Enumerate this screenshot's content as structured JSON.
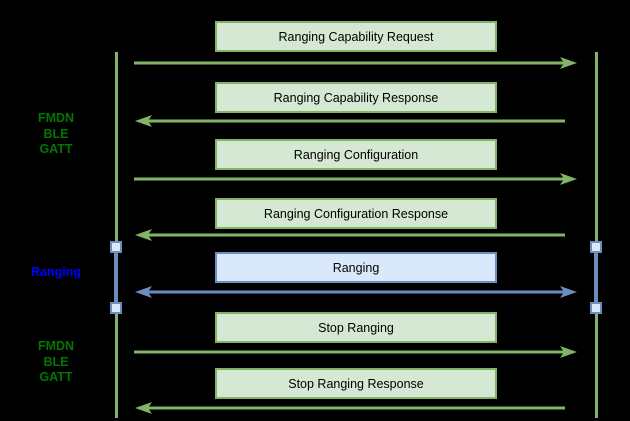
{
  "diagram": {
    "type": "sequence-diagram",
    "background": "#000000",
    "phases": [
      {
        "name": "fmdn-ble-gatt-top",
        "lines": [
          "FMDN",
          "BLE",
          "GATT"
        ],
        "color": "#007700"
      },
      {
        "name": "ranging",
        "lines": [
          "Ranging"
        ],
        "color": "#0000ff"
      },
      {
        "name": "fmdn-ble-gatt-bottom",
        "lines": [
          "FMDN",
          "BLE",
          "GATT"
        ],
        "color": "#007700"
      }
    ],
    "messages": [
      {
        "label": "Ranging Capability Request",
        "direction": "right",
        "style": "green"
      },
      {
        "label": "Ranging Capability Response",
        "direction": "left",
        "style": "green"
      },
      {
        "label": "Ranging Configuration",
        "direction": "right",
        "style": "green"
      },
      {
        "label": "Ranging Configuration Response",
        "direction": "left",
        "style": "green"
      },
      {
        "label": "Ranging",
        "direction": "both",
        "style": "blue"
      },
      {
        "label": "Stop Ranging",
        "direction": "right",
        "style": "green"
      },
      {
        "label": "Stop Ranging Response",
        "direction": "left",
        "style": "green"
      }
    ],
    "colors": {
      "green_stroke": "#82b366",
      "green_fill": "#d5e8d4",
      "blue_stroke": "#6c8ebf",
      "blue_fill": "#dae8fc",
      "label_green": "#007700",
      "label_blue": "#0000ff",
      "box_text": "#000000"
    }
  }
}
